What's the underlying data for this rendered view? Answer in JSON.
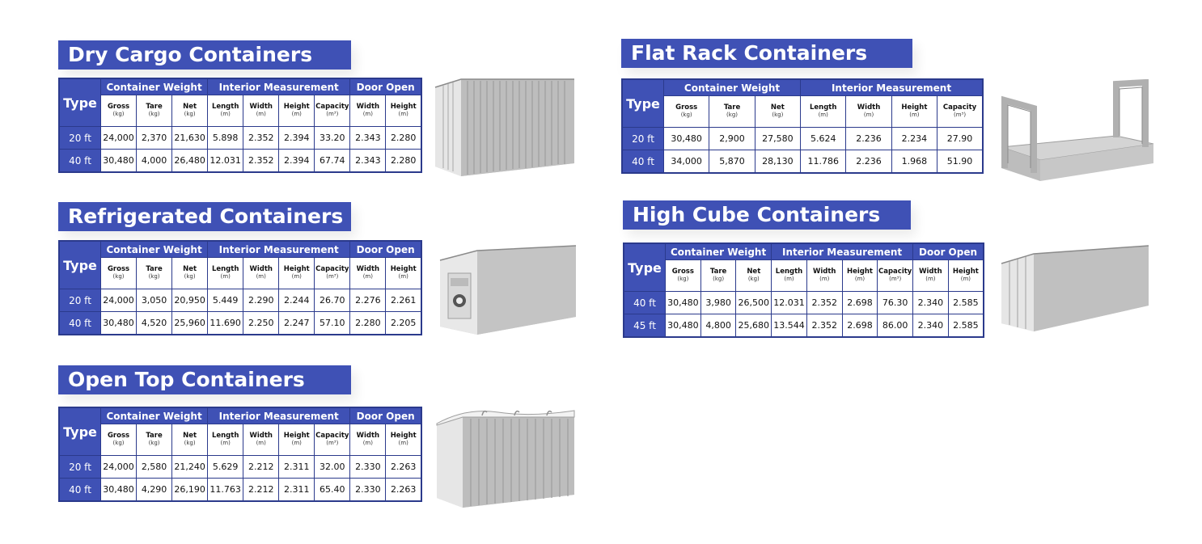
{
  "sections": {
    "dry": {
      "title": "Dry Cargo Containers",
      "groups": [
        "Container Weight",
        "Interior Measurement",
        "Door Open"
      ],
      "type_label": "Type",
      "columns": [
        {
          "name": "Gross",
          "unit": "(kg)"
        },
        {
          "name": "Tare",
          "unit": "(kg)"
        },
        {
          "name": "Net",
          "unit": "(kg)"
        },
        {
          "name": "Length",
          "unit": "(m)"
        },
        {
          "name": "Width",
          "unit": "(m)"
        },
        {
          "name": "Height",
          "unit": "(m)"
        },
        {
          "name": "Capacity",
          "unit": "(m³)"
        },
        {
          "name": "Width",
          "unit": "(m)"
        },
        {
          "name": "Height",
          "unit": "(m)"
        }
      ],
      "rows": [
        {
          "type": "20 ft",
          "values": [
            "24,000",
            "2,370",
            "21,630",
            "5.898",
            "2.352",
            "2.394",
            "33.20",
            "2.343",
            "2.280"
          ]
        },
        {
          "type": "40 ft",
          "values": [
            "30,480",
            "4,000",
            "26,480",
            "12.031",
            "2.352",
            "2.394",
            "67.74",
            "2.343",
            "2.280"
          ]
        }
      ]
    },
    "reefer": {
      "title": "Refrigerated Containers",
      "groups": [
        "Container Weight",
        "Interior Measurement",
        "Door Open"
      ],
      "type_label": "Type",
      "columns": [
        {
          "name": "Gross",
          "unit": "(kg)"
        },
        {
          "name": "Tare",
          "unit": "(kg)"
        },
        {
          "name": "Net",
          "unit": "(kg)"
        },
        {
          "name": "Length",
          "unit": "(m)"
        },
        {
          "name": "Width",
          "unit": "(m)"
        },
        {
          "name": "Height",
          "unit": "(m)"
        },
        {
          "name": "Capacity",
          "unit": "(m³)"
        },
        {
          "name": "Width",
          "unit": "(m)"
        },
        {
          "name": "Height",
          "unit": "(m)"
        }
      ],
      "rows": [
        {
          "type": "20 ft",
          "values": [
            "24,000",
            "3,050",
            "20,950",
            "5.449",
            "2.290",
            "2.244",
            "26.70",
            "2.276",
            "2.261"
          ]
        },
        {
          "type": "40 ft",
          "values": [
            "30,480",
            "4,520",
            "25,960",
            "11.690",
            "2.250",
            "2.247",
            "57.10",
            "2.280",
            "2.205"
          ]
        }
      ]
    },
    "opentop": {
      "title": "Open Top Containers",
      "groups": [
        "Container Weight",
        "Interior Measurement",
        "Door Open"
      ],
      "type_label": "Type",
      "columns": [
        {
          "name": "Gross",
          "unit": "(kg)"
        },
        {
          "name": "Tare",
          "unit": "(kg)"
        },
        {
          "name": "Net",
          "unit": "(kg)"
        },
        {
          "name": "Length",
          "unit": "(m)"
        },
        {
          "name": "Width",
          "unit": "(m)"
        },
        {
          "name": "Height",
          "unit": "(m)"
        },
        {
          "name": "Capacity",
          "unit": "(m³)"
        },
        {
          "name": "Width",
          "unit": "(m)"
        },
        {
          "name": "Height",
          "unit": "(m)"
        }
      ],
      "rows": [
        {
          "type": "20 ft",
          "values": [
            "24,000",
            "2,580",
            "21,240",
            "5.629",
            "2.212",
            "2.311",
            "32.00",
            "2.330",
            "2.263"
          ]
        },
        {
          "type": "40 ft",
          "values": [
            "30,480",
            "4,290",
            "26,190",
            "11.763",
            "2.212",
            "2.311",
            "65.40",
            "2.330",
            "2.263"
          ]
        }
      ]
    },
    "flatrack": {
      "title": "Flat Rack Containers",
      "groups": [
        "Container Weight",
        "Interior Measurement"
      ],
      "type_label": "Type",
      "columns": [
        {
          "name": "Gross",
          "unit": "(kg)"
        },
        {
          "name": "Tare",
          "unit": "(kg)"
        },
        {
          "name": "Net",
          "unit": "(kg)"
        },
        {
          "name": "Length",
          "unit": "(m)"
        },
        {
          "name": "Width",
          "unit": "(m)"
        },
        {
          "name": "Height",
          "unit": "(m)"
        },
        {
          "name": "Capacity",
          "unit": "(m³)"
        }
      ],
      "rows": [
        {
          "type": "20 ft",
          "values": [
            "30,480",
            "2,900",
            "27,580",
            "5.624",
            "2.236",
            "2.234",
            "27.90"
          ]
        },
        {
          "type": "40 ft",
          "values": [
            "34,000",
            "5,870",
            "28,130",
            "11.786",
            "2.236",
            "1.968",
            "51.90"
          ]
        }
      ]
    },
    "highcube": {
      "title": "High Cube Containers",
      "groups": [
        "Container Weight",
        "Interior Measurement",
        "Door Open"
      ],
      "type_label": "Type",
      "columns": [
        {
          "name": "Gross",
          "unit": "(kg)"
        },
        {
          "name": "Tare",
          "unit": "(kg)"
        },
        {
          "name": "Net",
          "unit": "(kg)"
        },
        {
          "name": "Length",
          "unit": "(m)"
        },
        {
          "name": "Width",
          "unit": "(m)"
        },
        {
          "name": "Height",
          "unit": "(m)"
        },
        {
          "name": "Capacity",
          "unit": "(m³)"
        },
        {
          "name": "Width",
          "unit": "(m)"
        },
        {
          "name": "Height",
          "unit": "(m)"
        }
      ],
      "rows": [
        {
          "type": "40 ft",
          "values": [
            "30,480",
            "3,980",
            "26,500",
            "12.031",
            "2.352",
            "2.698",
            "76.30",
            "2.340",
            "2.585"
          ]
        },
        {
          "type": "45 ft",
          "values": [
            "30,480",
            "4,800",
            "25,680",
            "13.544",
            "2.352",
            "2.698",
            "86.00",
            "2.340",
            "2.585"
          ]
        }
      ]
    }
  },
  "colors": {
    "header_blue": "#3f51b5",
    "border_navy": "#2b3a8c"
  },
  "images": [
    "dry-cargo-container-image",
    "reefer-container-image",
    "open-top-container-image",
    "flat-rack-container-image",
    "high-cube-container-image"
  ]
}
